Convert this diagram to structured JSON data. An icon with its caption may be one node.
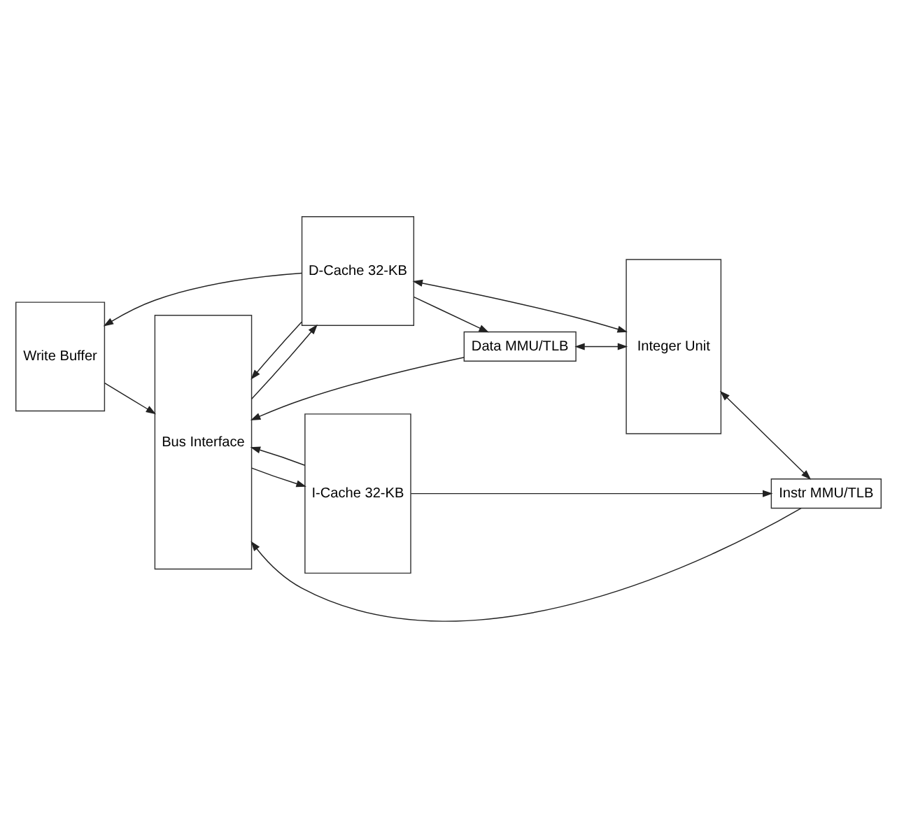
{
  "diagram": {
    "nodes": [
      {
        "text": [
          "Write Buffer"
        ]
      },
      {
        "text": [
          "D-Cache 32-KB"
        ]
      },
      {
        "text": [
          "Data MMU/TLB"
        ]
      },
      {
        "text": [
          "Bus Interface"
        ]
      },
      {
        "text": [
          "Integer Unit"
        ]
      },
      {
        "text": [
          "I-Cache 32-KB"
        ]
      },
      {
        "text": [
          "Instr MMU/TLB"
        ]
      }
    ],
    "edges": [
      {
        "from": 2,
        "to": 3,
        "arrow": "to"
      },
      {
        "from": 1,
        "to": 3,
        "arrow": "to"
      },
      {
        "from": 1,
        "to": 2,
        "arrow": "to"
      },
      {
        "from": 1,
        "to": 0,
        "arrow": "to"
      },
      {
        "from": 0,
        "to": 3,
        "arrow": "to"
      },
      {
        "from": 2,
        "to": 4,
        "arrow": "both"
      },
      {
        "from": 1,
        "to": 4,
        "arrow": "both"
      },
      {
        "from": 3,
        "to": 1,
        "arrow": "to"
      },
      {
        "from": 3,
        "to": 5,
        "arrow": "to"
      },
      {
        "from": 4,
        "to": 6,
        "arrow": "both"
      },
      {
        "from": 5,
        "to": 6,
        "arrow": "to"
      },
      {
        "from": 6,
        "to": 3,
        "arrow": "to"
      },
      {
        "from": 5,
        "to": 3,
        "arrow": "to"
      }
    ]
  }
}
